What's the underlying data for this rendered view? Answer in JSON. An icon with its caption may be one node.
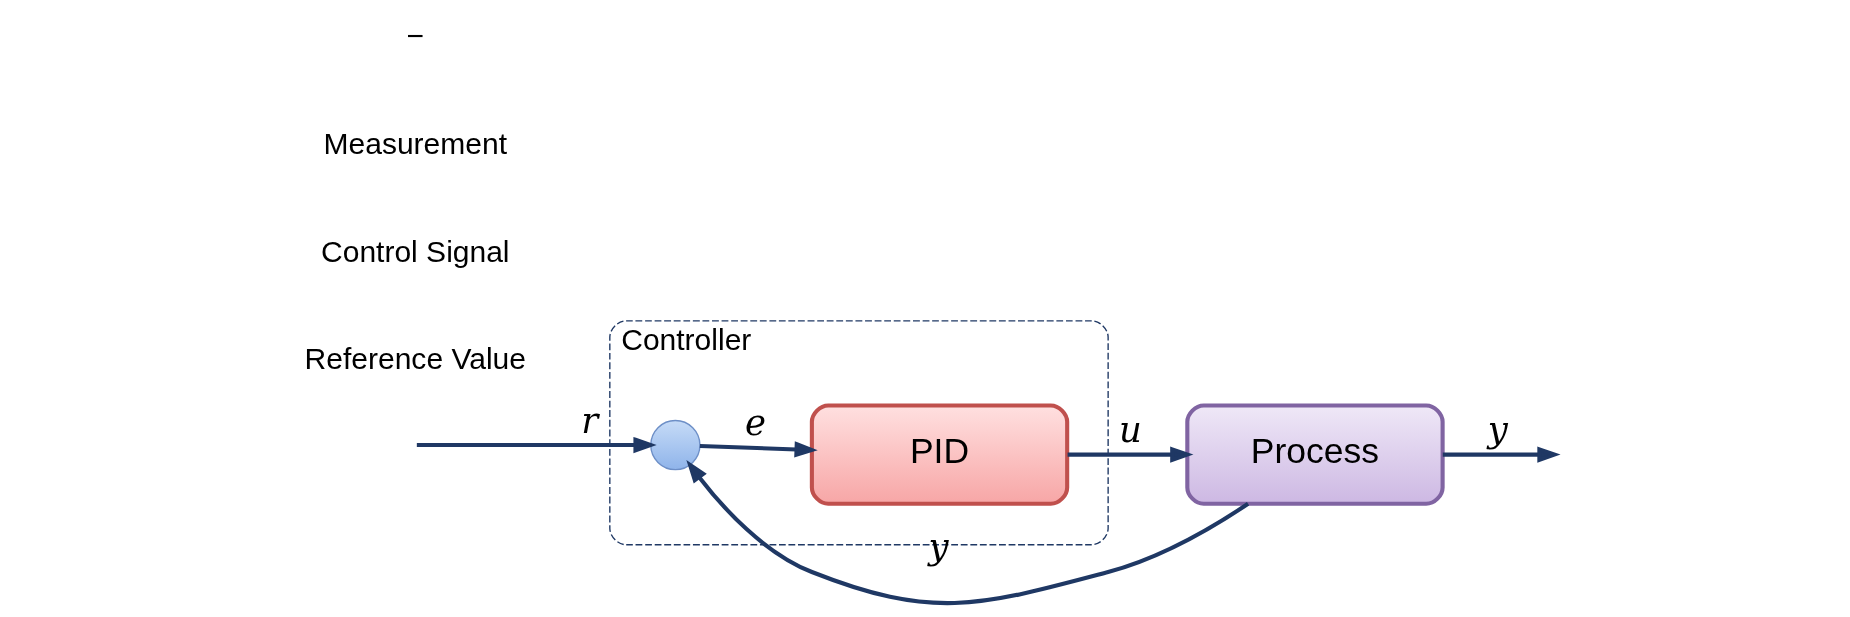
{
  "diagram": {
    "nodes": [
      {
        "text": [
          "Controller"
        ]
      },
      {
        "text": [],
        "shape": "circle",
        "in": 0
      },
      {
        "text": [
          "PID"
        ],
        "in": 0
      },
      {
        "text": [
          "Process"
        ]
      }
    ],
    "edges": [
      {
        "from": null,
        "to": 1,
        "arrow": "to",
        "label": "r"
      },
      {
        "from": 1,
        "to": 2,
        "arrow": "to",
        "label": "e"
      },
      {
        "from": 2,
        "to": 3,
        "arrow": "to",
        "label": "u"
      },
      {
        "from": 3,
        "to": null,
        "arrow": "to",
        "label": "y"
      },
      {
        "from": 3,
        "to": 1,
        "arrow": "to",
        "label": "y"
      }
    ],
    "labels": [
      "Reference Value",
      "Control Signal",
      "Measurement",
      "−"
    ]
  }
}
